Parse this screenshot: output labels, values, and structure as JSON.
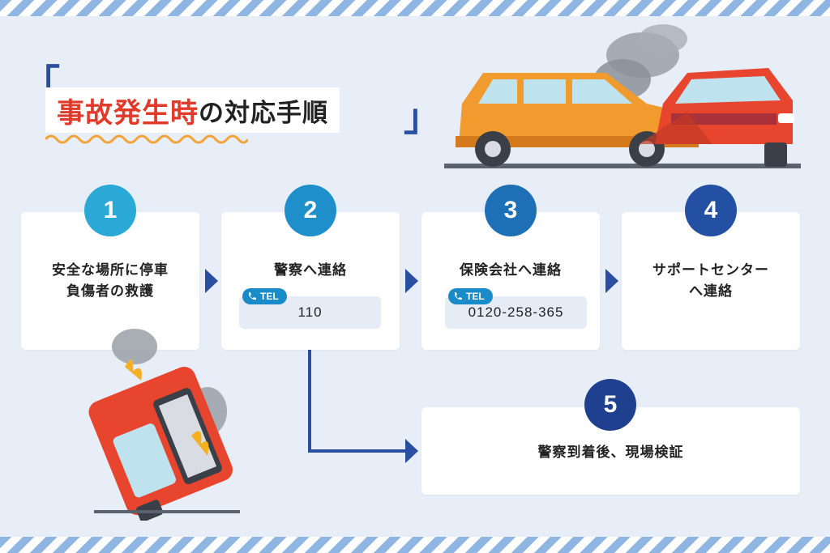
{
  "title": {
    "accent": "事故発生時",
    "rest": "の対応手順"
  },
  "steps": [
    {
      "number": "1",
      "line1": "安全な場所に停車",
      "line2": "負傷者の救護",
      "color": "#2aa9d6"
    },
    {
      "number": "2",
      "line1": "警察へ連絡",
      "tel_tag": "TEL",
      "tel": "110",
      "color": "#1f8fcb"
    },
    {
      "number": "3",
      "line1": "保険会社へ連絡",
      "tel_tag": "TEL",
      "tel": "0120-258-365",
      "color": "#1d6fb6"
    },
    {
      "number": "4",
      "line1": "サポートセンター",
      "line2": "へ連絡",
      "color": "#2350a3"
    },
    {
      "number": "5",
      "line1": "警察到着後、現場検証",
      "color": "#1f3f8f"
    }
  ],
  "colors": {
    "background": "#e8eef8",
    "accent_red": "#e03a2b",
    "arrow": "#2a4fa0",
    "stripe": "#8fb6e2"
  },
  "icons": [
    "phone-icon",
    "crashed-cars-illustration",
    "overturned-burning-car-illustration"
  ]
}
